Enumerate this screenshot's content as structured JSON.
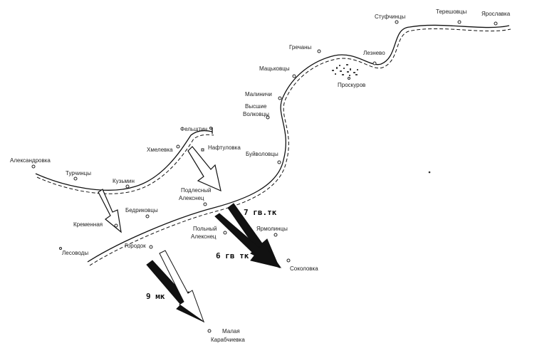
{
  "places": {
    "aleksandrovka": "Александровка",
    "turchintsy": "Турчинцы",
    "kuzmin": "Кузьмин",
    "khmelevka": "Хмелевка",
    "felshtin": "Фельштин",
    "naftulovka": "Нафтуловка",
    "podlesny_1": "Подлесный",
    "podlesny_2": "Алекснец",
    "kremennaya": "Кременная",
    "bedrikovtsy": "Бедриковцы",
    "lesovody": "Лесоводы",
    "gorodok": "Городок",
    "polny_1": "Польный",
    "polny_2": "Алекснец",
    "yarmolintsy": "Ярмолинцы",
    "sokolovka": "Соколовка",
    "malaya_1": "Малая",
    "malaya_2": "Карабчиевка",
    "buivolovtsy": "Буйволовцы",
    "vysshie_1": "Высшие",
    "vysshie_2": "Волковцы",
    "malinichi": "Малиничи",
    "matskovtsy": "Мацьковцы",
    "grechany": "Гречаны",
    "leznevo": "Лезнево",
    "proskurov": "Проскуров",
    "stufchintsy": "Стуфчинцы",
    "tereshovtsy": "Терешовцы",
    "yaroslavka": "Ярославка"
  },
  "units": {
    "gv7": "7 гв.тк",
    "gv6": "6 гв тк",
    "mk9": "9 мк"
  },
  "colors": {
    "ink": "#111111",
    "paper": "#ffffff"
  }
}
